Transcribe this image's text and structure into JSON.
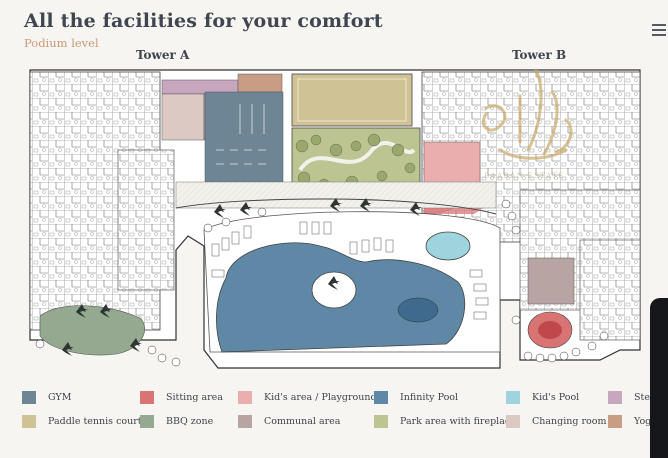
{
  "title": "All the facilities for your comfort",
  "subtitle": "Podium level",
  "towers": {
    "a": "Tower A",
    "b": "Tower B"
  },
  "legend": [
    {
      "label": "GYM",
      "color": "#6e8596"
    },
    {
      "label": "Sitting area",
      "color": "#d97475"
    },
    {
      "label": "Kid's area / Playground",
      "color": "#ebaeae"
    },
    {
      "label": "Infinity Pool",
      "color": "#5f87a6"
    },
    {
      "label": "Kid's Pool",
      "color": "#9fd3dd"
    },
    {
      "label": "Steam",
      "color": "#c7a7bd"
    },
    {
      "label": "Paddle tennis court",
      "color": "#cfc294"
    },
    {
      "label": "BBQ zone",
      "color": "#94a990"
    },
    {
      "label": "Communal area",
      "color": "#b8a5a3"
    },
    {
      "label": "Park area with fireplace",
      "color": "#bcc591"
    },
    {
      "label": "Changing room",
      "color": "#ddc9c3"
    },
    {
      "label": "Yoga",
      "color": "#c89d83"
    }
  ],
  "watermark": "BAARAN ESTATE",
  "icons": {
    "plan": "site-plan-illustration",
    "watermark": "logo-watermark-icon",
    "menu": "menu-lines-icon"
  }
}
